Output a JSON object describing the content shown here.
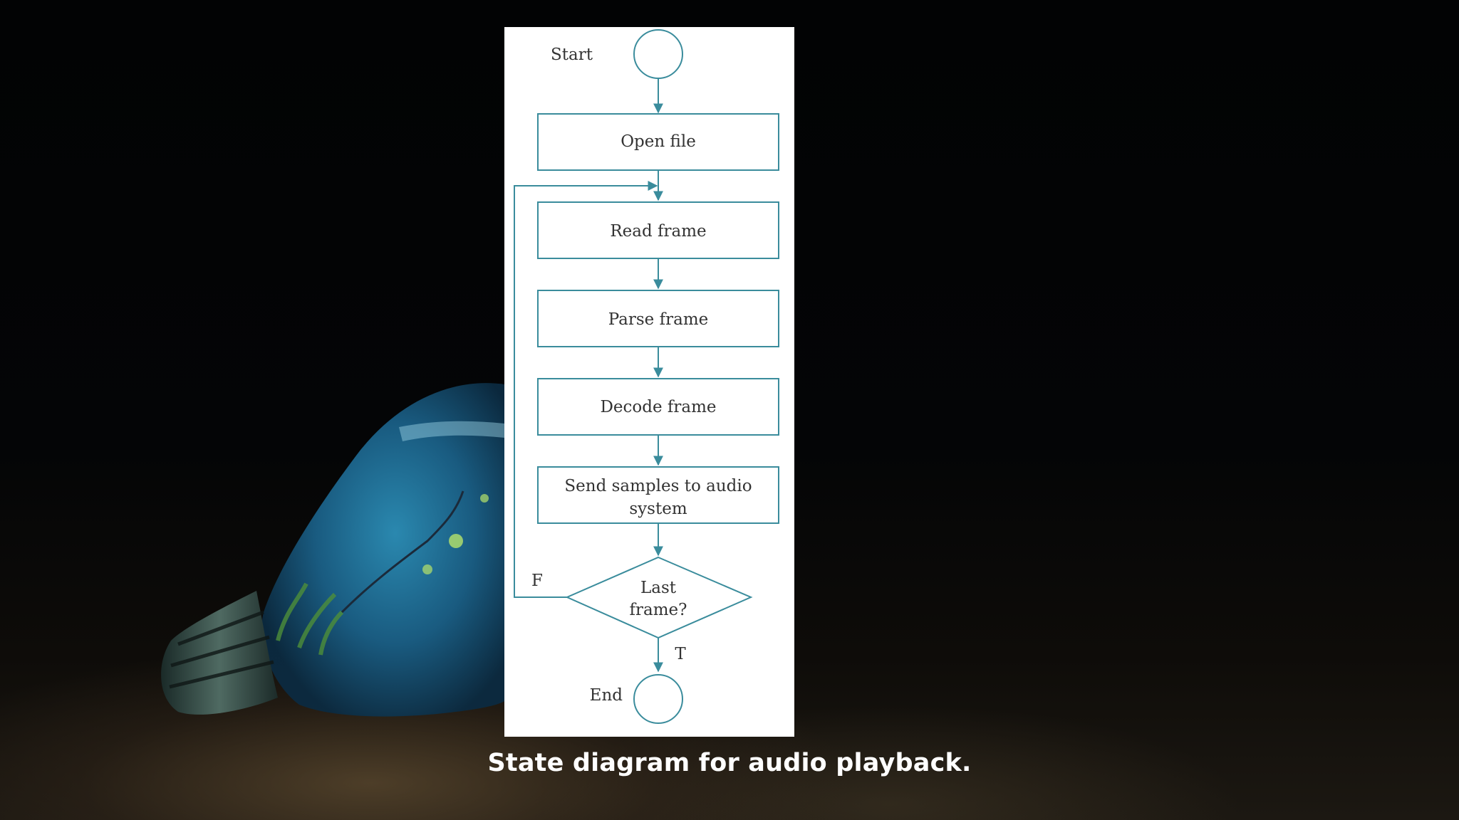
{
  "diagram": {
    "start_label": "Start",
    "end_label": "End",
    "steps": [
      {
        "label": "Open file"
      },
      {
        "label": "Read frame"
      },
      {
        "label": "Parse frame"
      },
      {
        "label": "Decode frame"
      },
      {
        "label_line1": "Send samples to audio",
        "label_line2": "system"
      }
    ],
    "decision": {
      "line1": "Last",
      "line2": "frame?"
    },
    "false_label": "F",
    "true_label": "T",
    "colors": {
      "stroke": "#3a8c9c",
      "text": "#333333",
      "panel": "#ffffff"
    }
  },
  "caption": "State diagram for audio playback."
}
